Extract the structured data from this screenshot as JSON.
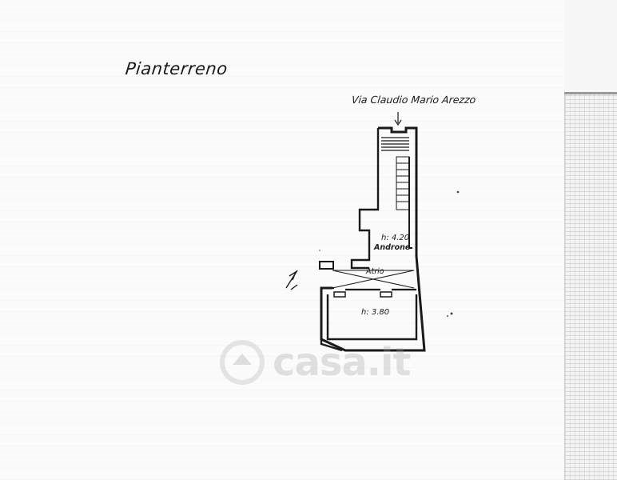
{
  "plan": {
    "title": "Pianterreno",
    "street_label": "Via Claudio Mario Arezzo",
    "rooms": [
      {
        "name": "Androne",
        "height": "h: 4.20"
      },
      {
        "name": "Atrio",
        "height": ""
      },
      {
        "name": "",
        "height": "h: 3.80"
      }
    ]
  },
  "watermark": {
    "brand": "casa.it"
  },
  "icons": {
    "entrance": "arrow-down-icon",
    "north": "north-arrow-icon"
  },
  "colors": {
    "ink": "#1a1a1a",
    "paper": "#fbfbfb"
  }
}
